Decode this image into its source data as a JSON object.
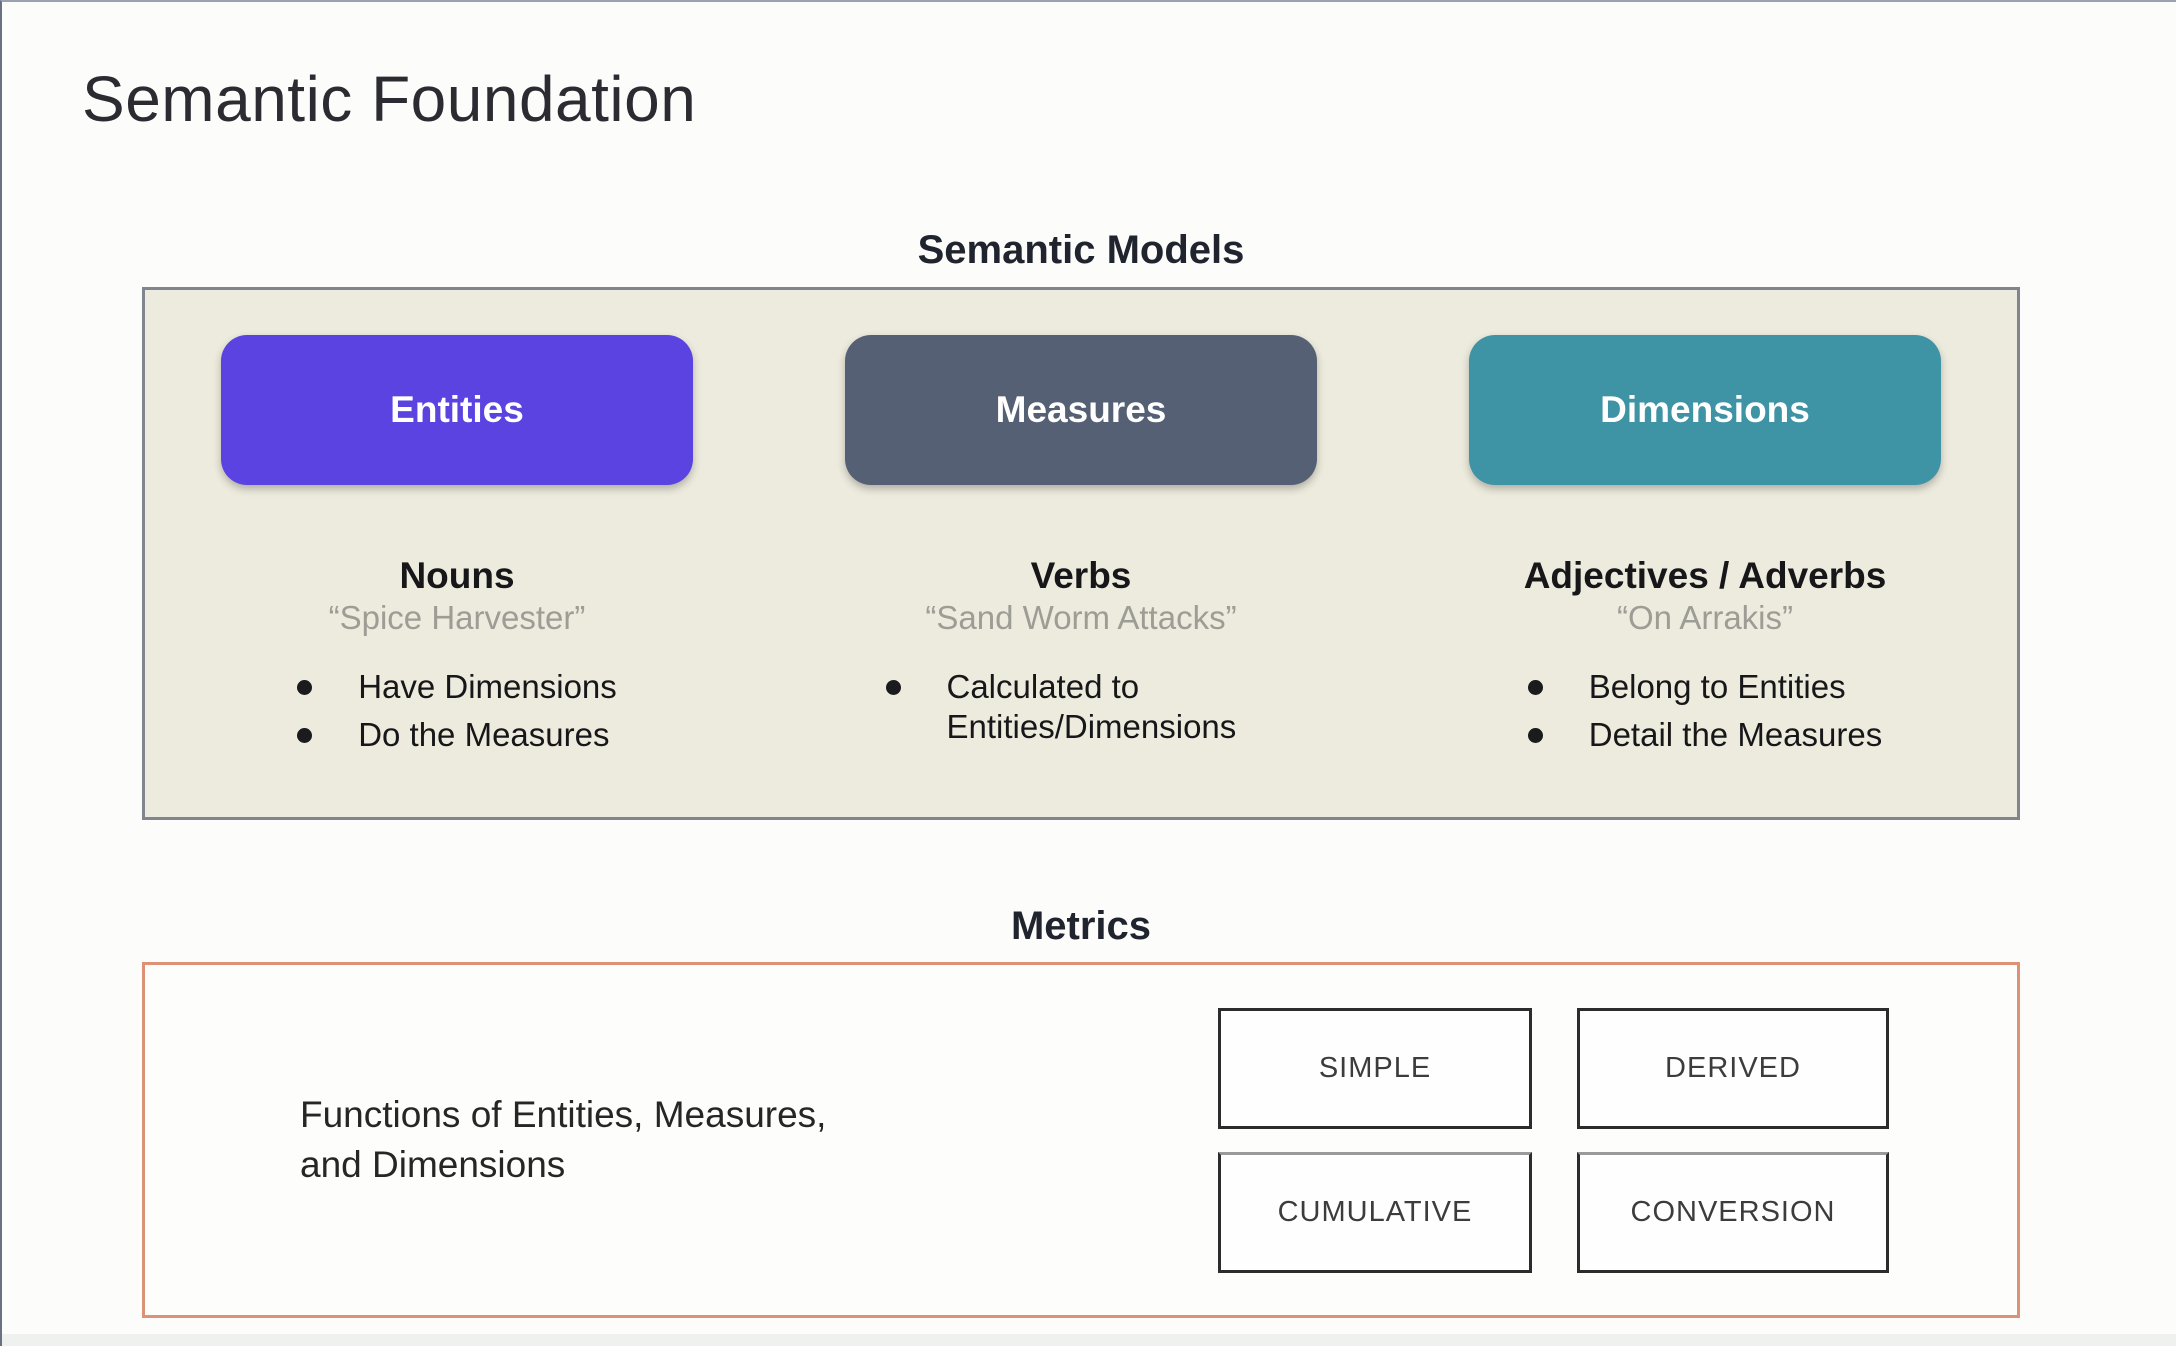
{
  "page": {
    "title": "Semantic Foundation"
  },
  "semantic_models": {
    "heading": "Semantic Models",
    "panel_bg": "#edebdd",
    "columns": [
      {
        "button": "Entities",
        "button_color": "#5a43e0",
        "heading": "Nouns",
        "quote": "“Spice Harvester”",
        "bullets": [
          "Have Dimensions",
          "Do the Measures"
        ]
      },
      {
        "button": "Measures",
        "button_color": "#566074",
        "heading": "Verbs",
        "quote": "“Sand Worm Attacks”",
        "bullets": [
          "Calculated to Entities/Dimensions"
        ]
      },
      {
        "button": "Dimensions",
        "button_color": "#3e93a4",
        "heading": "Adjectives / Adverbs",
        "quote": "“On Arrakis”",
        "bullets": [
          "Belong to Entities",
          "Detail the Measures"
        ]
      }
    ]
  },
  "metrics": {
    "heading": "Metrics",
    "border_color": "#dd9278",
    "description_line1": "Functions of Entities, Measures,",
    "description_line2": "and Dimensions",
    "types": [
      "SIMPLE",
      "DERIVED",
      "CUMULATIVE",
      "CONVERSION"
    ]
  }
}
